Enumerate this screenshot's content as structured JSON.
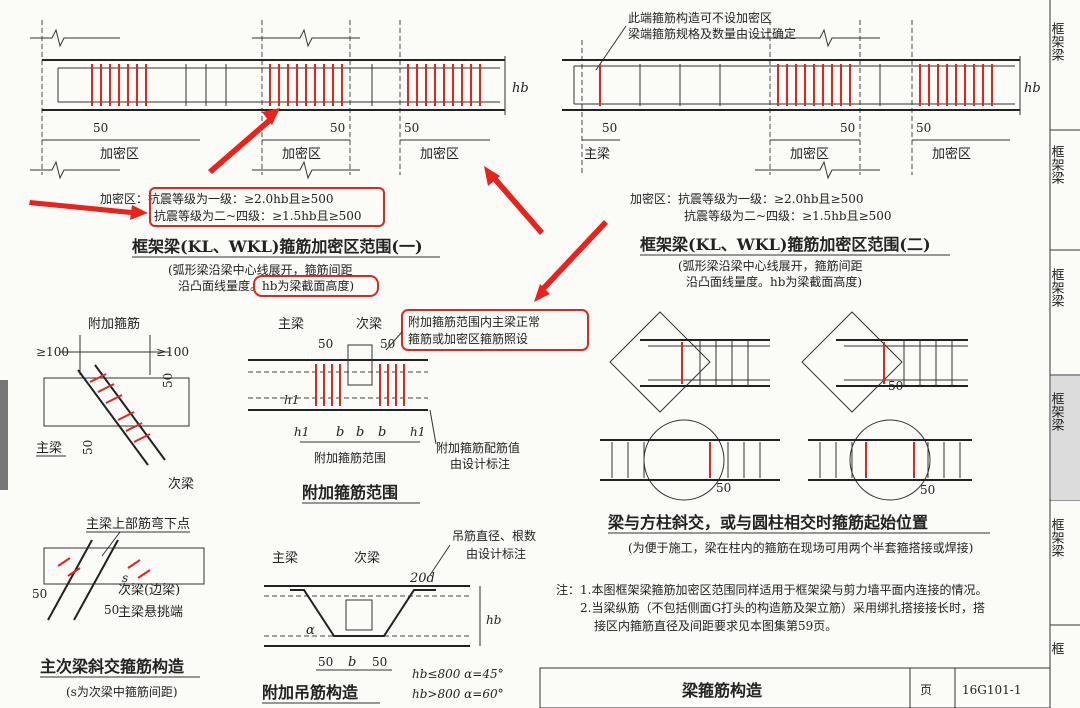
{
  "title_block": {
    "title": "梁箍筋构造",
    "page_label": "页",
    "atlas_no": "16G101-1"
  },
  "right_strip": {
    "cells": [
      "框架梁",
      "框架梁",
      "框架梁",
      "框架梁",
      "框架梁",
      "框"
    ]
  },
  "fig1": {
    "title": "框架梁(KL、WKL)箍筋加密区范围(一)",
    "dense_label": "加密区",
    "dim_50": "50",
    "hb": "hb",
    "rule_line1": "加密区：抗震等级为一级：≥2.0hb且≥500",
    "rule_line2": "抗震等级为二~四级：≥1.5hb且≥500",
    "note_line1": "(弧形梁沿梁中心线展开，箍筋间距",
    "note_line2": "沿凸面线量度。hb为梁截面高度)"
  },
  "fig2": {
    "title": "框架梁(KL、WKL)箍筋加密区范围(二)",
    "top_note1": "此端箍筋构造可不设加密区",
    "top_note2": "梁端箍筋规格及数量由设计确定",
    "main_beam": "主梁",
    "dense_label": "加密区",
    "dim_50": "50",
    "hb": "hb",
    "rule_line1": "加密区：抗震等级为一级：≥2.0hb且≥500",
    "rule_line2": "抗震等级为二~四级：≥1.5hb且≥500",
    "note_line1": "(弧形梁沿梁中心线展开，箍筋间距",
    "note_line2": "沿凸面线量度。hb为梁截面高度)"
  },
  "fig3": {
    "extra_stirrup": "附加箍筋",
    "dim_100": "≥100",
    "dim_50": "50",
    "main_beam": "主梁",
    "sec_beam": "次梁"
  },
  "fig4": {
    "title": "附加箍筋范围",
    "main_beam": "主梁",
    "sec_beam": "次梁",
    "dim_50": "50",
    "h1": "h1",
    "b": "b",
    "range_label": "附加箍筋范围",
    "callout1": "附加箍筋范围内主梁正常",
    "callout2": "箍筋或加密区箍筋照设",
    "spec1": "附加箍筋配筋值",
    "spec2": "由设计标注"
  },
  "fig5": {
    "title": "梁与方柱斜交，或与圆柱相交时箍筋起始位置",
    "note": "(为便于施工，梁在柱内的箍筋在现场可用两个半套箍搭接或焊接)",
    "dim_50": "50"
  },
  "fig6": {
    "title": "主次梁斜交箍筋构造",
    "note": "(s为次梁中箍筋间距)",
    "bend_point": "主梁上部筋弯下点",
    "sec_edge": "次梁(边梁)",
    "cantilever": "主梁悬挑端",
    "s": "s",
    "dim_50": "50"
  },
  "fig7": {
    "title": "附加吊筋构造",
    "main_beam": "主梁",
    "sec_beam": "次梁",
    "spec1": "吊筋直径、根数",
    "spec2": "由设计标注",
    "d20": "20d",
    "alpha": "α",
    "dim_50": "50",
    "b": "b",
    "hb": "hb",
    "rule1": "hb≤800  α=45°",
    "rule2": "hb>800  α=60°"
  },
  "notes": {
    "line1": "注：1.本图框架梁箍筋加密区范围同样适用于框架梁与剪力墙平面内连接的情况。",
    "line2": "2.当梁纵筋（不包括侧面G打头的构造筋及架立筋）采用绑扎搭接接长时，搭",
    "line3": "接区内箍筋直径及间距要求见本图集第59页。"
  }
}
